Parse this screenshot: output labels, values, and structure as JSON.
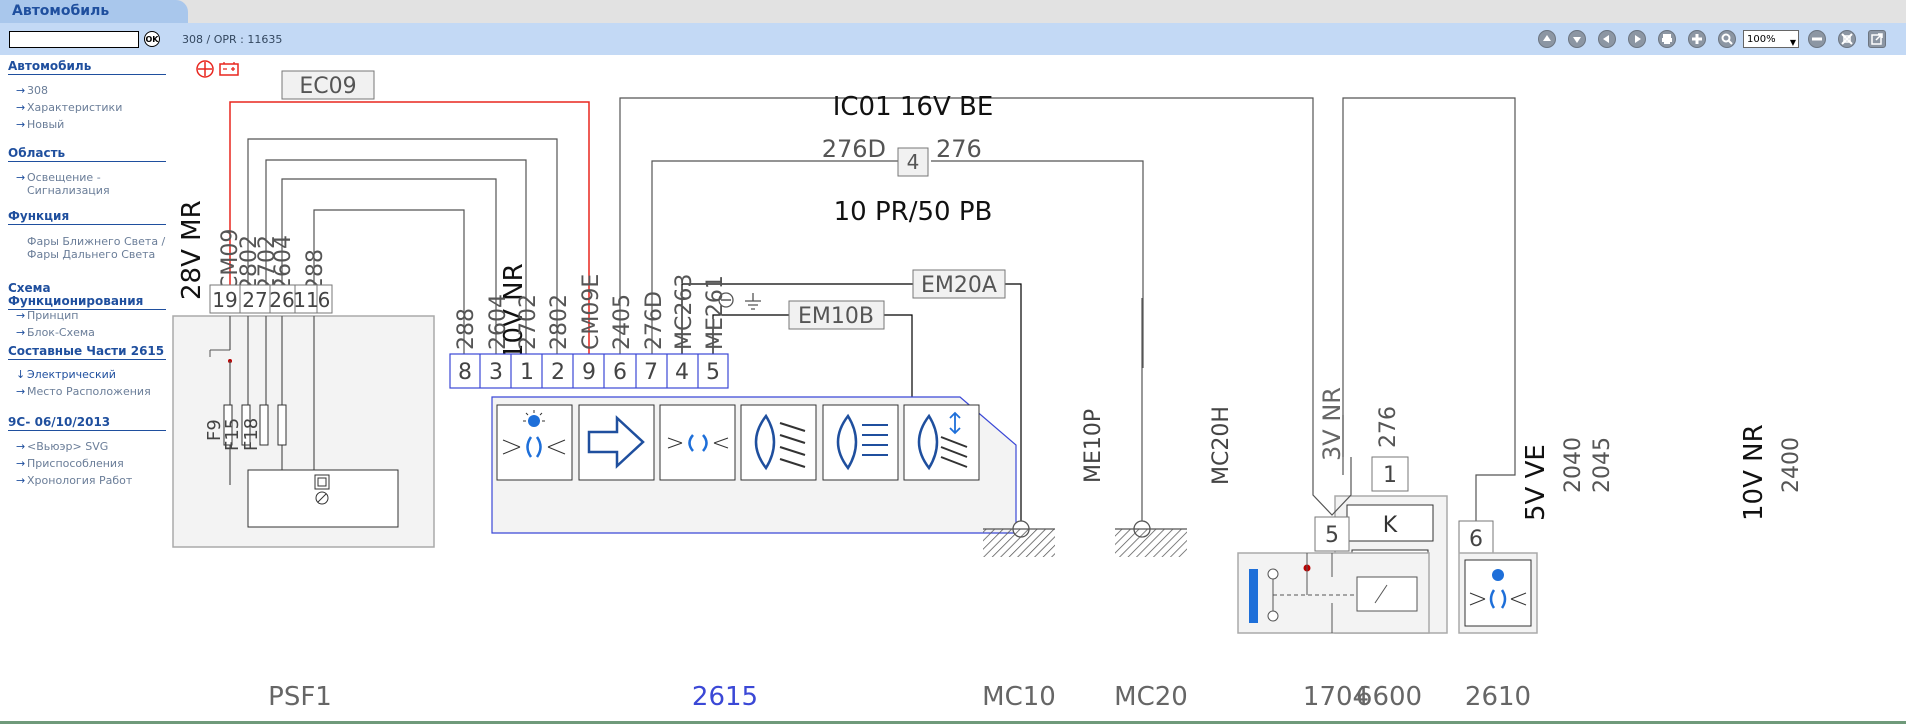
{
  "app": {
    "tab_label": "Автомобиль"
  },
  "toolbar": {
    "search_value": "",
    "ok_label": "OK",
    "breadcrumb": "308  /  OPR : 11635",
    "zoom_value": "100%"
  },
  "sidebar": {
    "sections": [
      {
        "title": "Автомобиль",
        "items": [
          "308",
          "Характеристики",
          "Новый"
        ]
      },
      {
        "title": "Область",
        "items": [
          "Освещение - Сигнализация"
        ]
      },
      {
        "title": "Функция",
        "items": [
          "Фары Ближнего Света / Фары Дальнего Света"
        ]
      },
      {
        "title": "Схема Функционирования",
        "items": [
          "Принцип",
          "Блок-Схема"
        ]
      },
      {
        "title": "Составные Части 2615",
        "items": [
          "Электрический",
          "Место Расположения"
        ]
      },
      {
        "title": "9C- 06/10/2013",
        "items": [
          "<Вьюэр> SVG",
          "Приспособления",
          "Хронология Работ"
        ]
      }
    ]
  },
  "diagram": {
    "connector_ec09": "EC09",
    "connector_ic01": "IC01 16V BE",
    "junction_left": "276D",
    "junction_number": "4",
    "junction_right": "276",
    "note_pr_pb": "10 PR/50 PB",
    "connector_em20a": "EM20A",
    "connector_em10b": "EM10B",
    "psf1": {
      "connector_label": "28V MR",
      "wires": [
        "CM09",
        "2802",
        "2702",
        "2604",
        "288"
      ],
      "pins": [
        "19",
        "27",
        "26",
        "11",
        "6"
      ],
      "fuses": [
        "F9",
        "F15",
        "F18"
      ],
      "name": "PSF1"
    },
    "c2615": {
      "connector_label": "10V NR",
      "wires": [
        "288",
        "2604",
        "2702",
        "2802",
        "CM09E",
        "2405",
        "276D",
        "MC263",
        "ME261"
      ],
      "pins": [
        "8",
        "3",
        "1",
        "2",
        "9",
        "6",
        "7",
        "4",
        "5"
      ],
      "name": "2615"
    },
    "mc10": {
      "wire": "ME10P",
      "name": "MC10"
    },
    "mc20": {
      "wire": "MC20H",
      "name": "MC20"
    },
    "c6600": {
      "connector_label": "3V NR",
      "wire": "276",
      "pin": "1",
      "relay_letter": "K",
      "name": "6600"
    },
    "c1704": {
      "connector_label": "5V VE",
      "wires": [
        "2040",
        "2045"
      ],
      "pin": "5",
      "name": "1704"
    },
    "c2610": {
      "connector_label": "10V NR",
      "wire": "2400",
      "pin": "6",
      "name": "2610"
    }
  },
  "colors": {
    "positive_wire": "#e8261f",
    "brand_blue": "#1f4f9e",
    "diagram_blue_label": "#3b48d6",
    "accent_icon_blue": "#1e6fd9"
  },
  "icons": [
    "arrow-up-icon",
    "arrow-down-icon",
    "arrow-left-icon",
    "arrow-right-icon",
    "print-icon",
    "add-icon",
    "zoom-icon",
    "minus-icon",
    "fit-icon",
    "external-icon"
  ]
}
